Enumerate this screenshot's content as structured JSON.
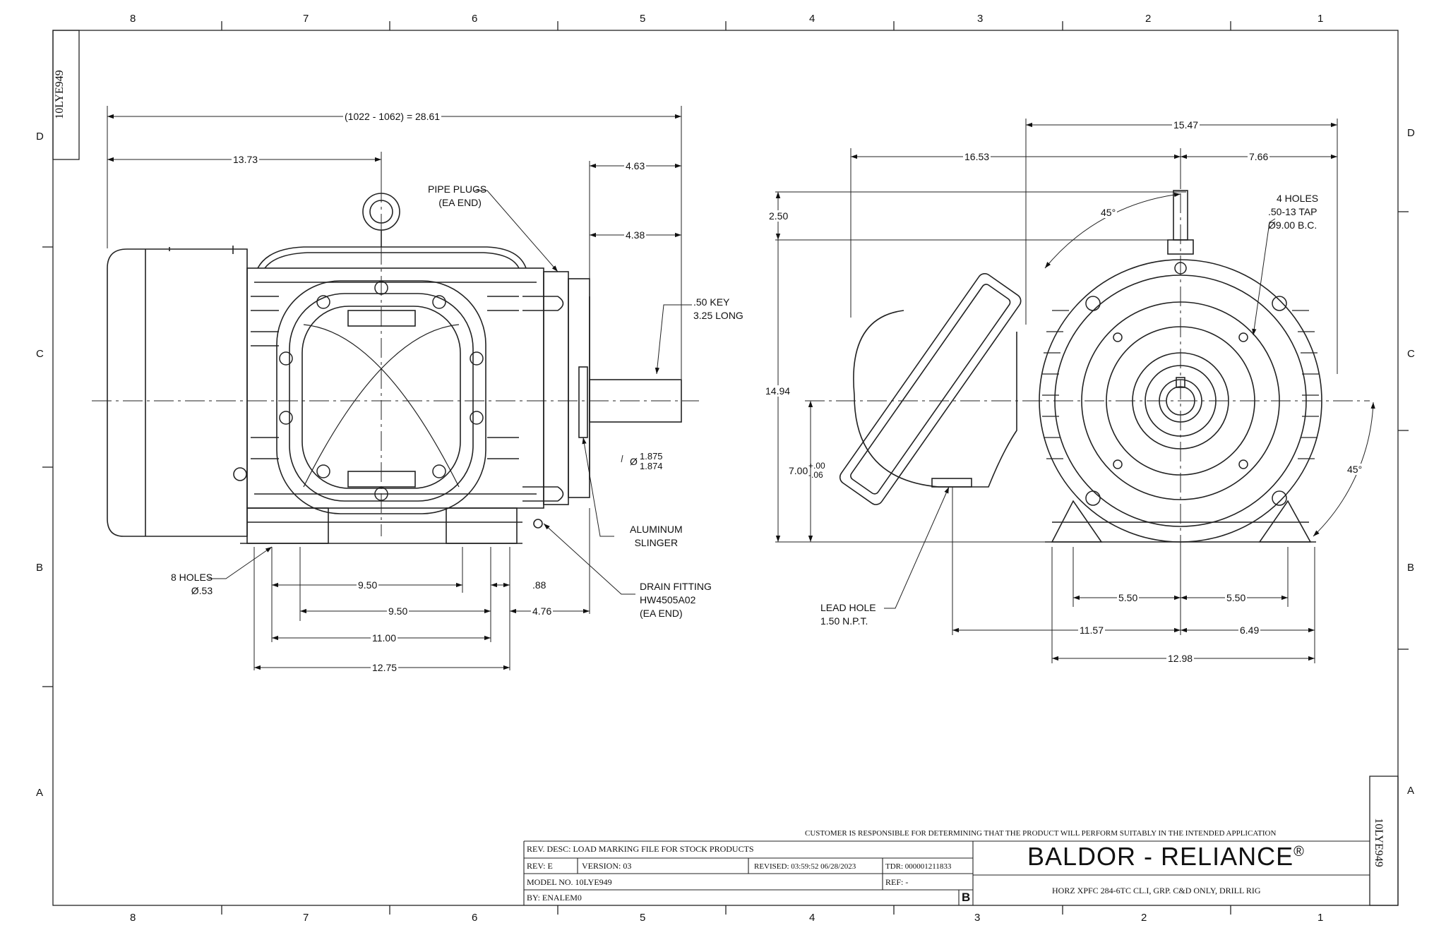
{
  "drawing_id": "10LYE949",
  "zones": {
    "columns": [
      "8",
      "7",
      "6",
      "5",
      "4",
      "3",
      "2",
      "1"
    ],
    "rows": [
      "D",
      "C",
      "B",
      "A"
    ]
  },
  "side_view": {
    "overall_length": "(1022 - 1062) = 28.61",
    "dim_13_73": "13.73",
    "dim_4_63": "4.63",
    "dim_4_38": "4.38",
    "pipe_plugs": "PIPE PLUGS",
    "pipe_plugs_sub": "(EA END)",
    "key_line1": ".50 KEY",
    "key_line2": "3.25 LONG",
    "shaft_dia_symbol": "Ø",
    "shaft_dia_hi": "1.875",
    "shaft_dia_lo": "1.874",
    "aluminum_slinger_1": "ALUMINUM",
    "aluminum_slinger_2": "SLINGER",
    "drain_fitting_1": "DRAIN FITTING",
    "drain_fitting_2": "HW4505A02",
    "drain_fitting_3": "(EA END)",
    "holes_line1": "8 HOLES",
    "holes_line2": "Ø.53",
    "dim_9_50_a": "9.50",
    "dim_88": ".88",
    "dim_9_50_b": "9.50",
    "dim_4_76": "4.76",
    "dim_11_00": "11.00",
    "dim_12_75": "12.75"
  },
  "end_view": {
    "dim_15_47": "15.47",
    "dim_16_53": "16.53",
    "dim_7_66": "7.66",
    "dim_2_50": "2.50",
    "angle_top": "45°",
    "angle_right": "45°",
    "holes_line1": "4 HOLES",
    "holes_line2": ".50-13 TAP",
    "holes_line3": "Ø9.00 B.C.",
    "dim_14_94": "14.94",
    "dim_7_00": "7.00",
    "tol_plus": "+.00",
    "tol_minus": "-.06",
    "lead_hole_1": "LEAD HOLE",
    "lead_hole_2": "1.50 N.P.T.",
    "dim_5_50_a": "5.50",
    "dim_5_50_b": "5.50",
    "dim_11_57": "11.57",
    "dim_6_49": "6.49",
    "dim_12_98": "12.98"
  },
  "title_block": {
    "disclaimer": "CUSTOMER IS RESPONSIBLE FOR DETERMINING THAT THE PRODUCT WILL PERFORM SUITABLY IN THE INTENDED APPLICATION",
    "rev_desc": "REV. DESC: LOAD MARKING FILE FOR STOCK PRODUCTS",
    "rev": "REV:  E",
    "version": "VERSION:  03",
    "revised": "REVISED:  03:59:52 06/28/2023",
    "tdr": "TDR:  000001211833",
    "model_no": "MODEL NO.  10LYE949",
    "ref": "REF:  -",
    "by": "BY: ENALEM0",
    "sheet_size": "B",
    "brand": "BALDOR - RELIANCE",
    "brand_mark": "®",
    "description": "HORZ XPFC 284-6TC CL.I, GRP. C&D ONLY, DRILL RIG"
  }
}
